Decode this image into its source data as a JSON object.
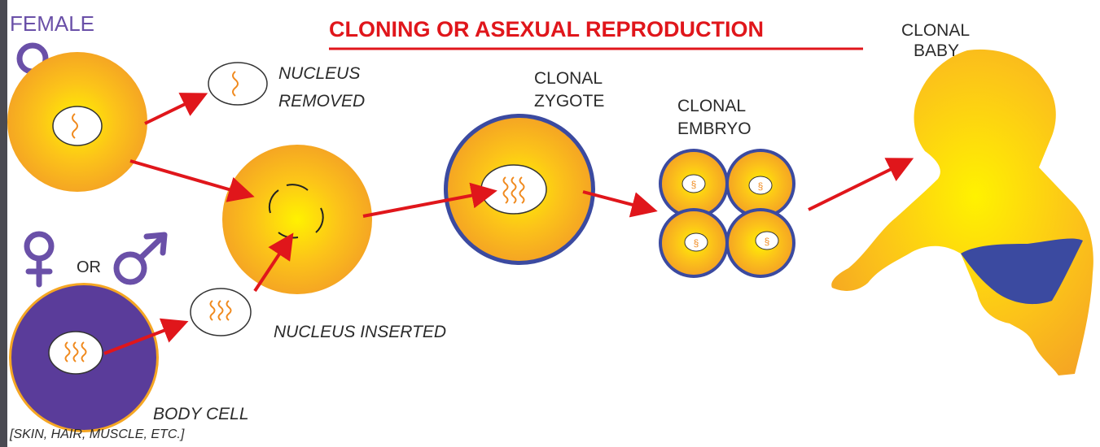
{
  "title": "CLONING OR ASEXUAL REPRODUCTION",
  "labels": {
    "female": "FEMALE",
    "nucleus_removed_1": "NUCLEUS",
    "nucleus_removed_2": "REMOVED",
    "clonal_zygote_1": "CLONAL",
    "clonal_zygote_2": "ZYGOTE",
    "clonal_embryo_1": "CLONAL",
    "clonal_embryo_2": "EMBRYO",
    "clonal_baby_1": "CLONAL",
    "clonal_baby_2": "BABY",
    "or": "OR",
    "nucleus_inserted": "NUCLEUS INSERTED",
    "body_cell": "BODY CELL",
    "body_cell_examples": "[SKIN, HAIR, MUSCLE, ETC.]"
  },
  "colors": {
    "title_red": "#e0161b",
    "arrow_red": "#e0161b",
    "purple": "#6a50a8",
    "cell_center": "#fff200",
    "cell_edge": "#f5a623",
    "blue_outline": "#3b4aa0",
    "dna_orange": "#f08a1e"
  },
  "icons": [
    "female-symbol-icon",
    "male-symbol-icon"
  ]
}
